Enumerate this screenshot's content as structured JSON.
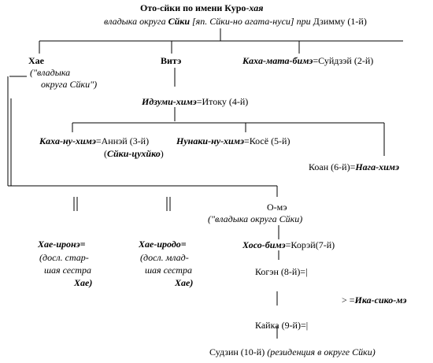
{
  "nodes": {
    "root": {
      "line1_plain": "Ото-сйки по имени ",
      "line1_name": "Куро-",
      "line1_name_italic": "хая",
      "line2_prefix": "владыка округа ",
      "line2_place": "Сйки",
      "line2_bracket": " [яп. Сйки-но агата-нуси] при ",
      "line2_ruler": "Дзимму (1-й)"
    },
    "hae": {
      "name": "Хае",
      "desc1": "(\"владыка",
      "desc2": "округа Сйки\")"
    },
    "vite": {
      "name": "Витэ"
    },
    "kaha_mata": {
      "name": "Каха-мата-бимэ",
      "spouse": "=Суйдзэй (2-й)"
    },
    "idzumi": {
      "name": "Идзуми-химэ",
      "spouse": "=Итоку (4-й)"
    },
    "kaha_nu": {
      "name": "Каха-ну-химэ",
      "spouse": "=Аннэй (3-й)",
      "alias": "Сйки-цухйко",
      "alias_open": "(",
      "alias_close": ")"
    },
    "nunaki": {
      "name": "Нунаки-ну-химэ",
      "spouse": "=Косё (5-й)"
    },
    "koan": {
      "ruler": "Коан (6-й)=",
      "name": "Нага-химэ"
    },
    "ome": {
      "name": "О-мэ",
      "desc": "(\"владыка округа Сйки)"
    },
    "hae_irone": {
      "name": "Хае-иронэ=",
      "desc1": "(досл. стар-",
      "desc2": "шая сестра",
      "desc3": "Хае)"
    },
    "hae_ироdo": {
      "name": "Хае-иродо=",
      "desc1": "(досл. млад-",
      "desc2": "шая сестра",
      "desc3": "Хае)"
    },
    "hoso": {
      "name": "Хосо-бимэ",
      "spouse": "=Корэй(7-й)"
    },
    "kogen": {
      "label": "Когэн (8-й)=|"
    },
    "ika": {
      "prefix": "> =",
      "name": "Ика-сико-мэ"
    },
    "kaika": {
      "label": "Кайка (9-й)=|"
    },
    "sudzin": {
      "label": "Судзин (10-й) ",
      "note": "(резиденция в округе Сйки)"
    }
  },
  "colors": {
    "ink": "#000000",
    "background": "#ffffff"
  }
}
